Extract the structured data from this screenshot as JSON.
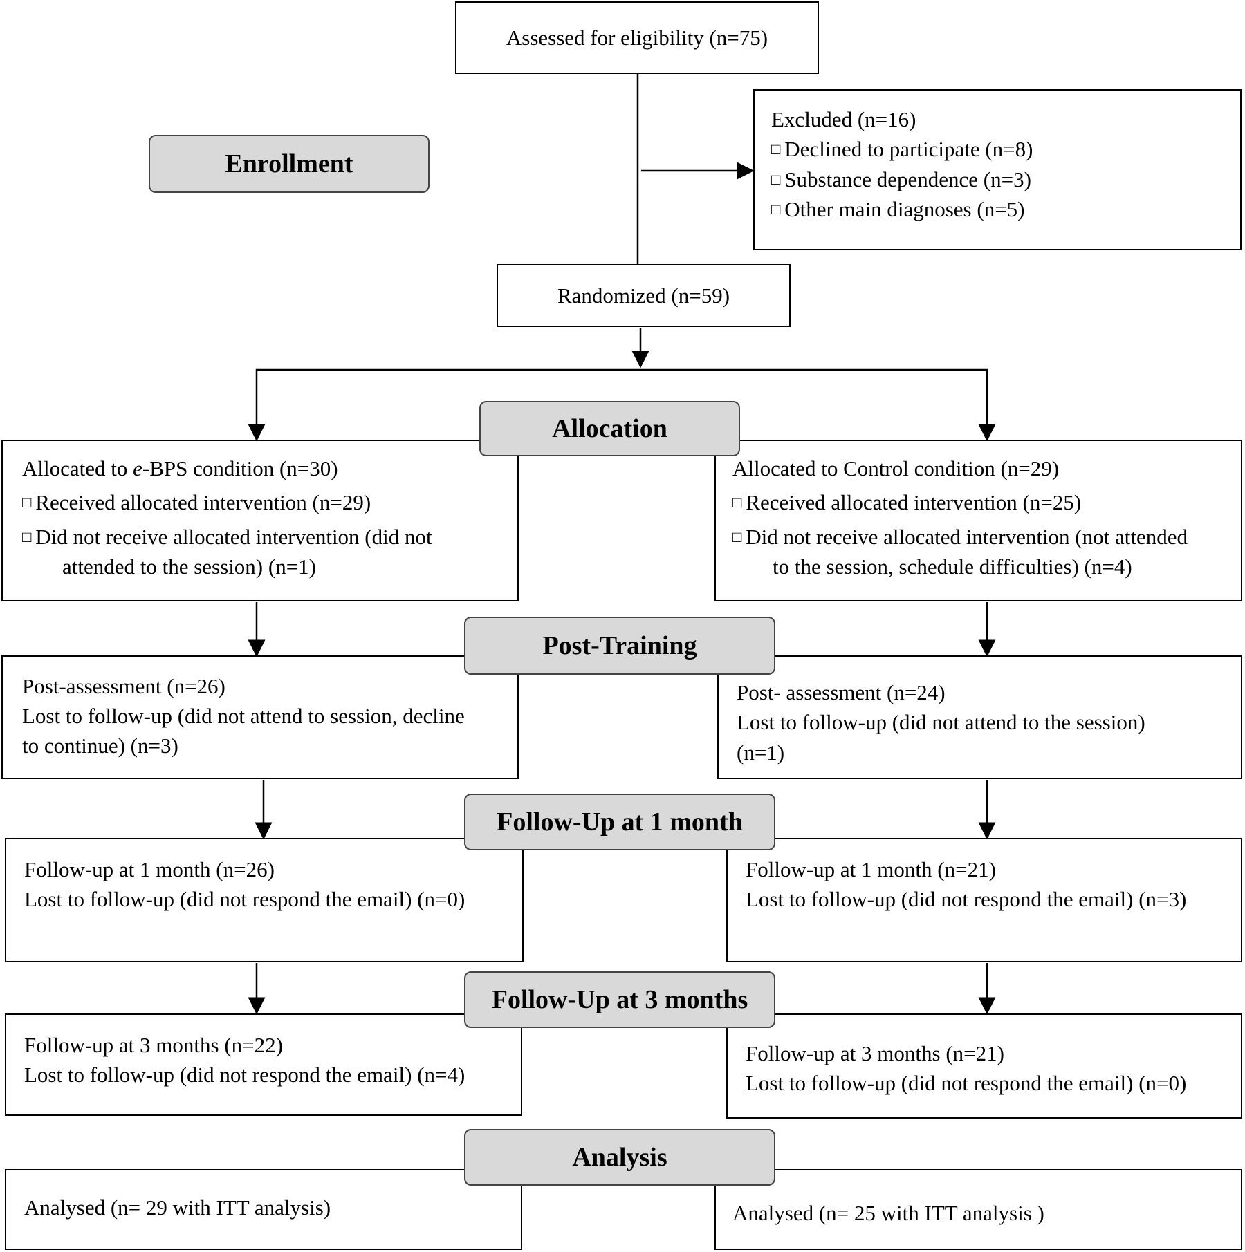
{
  "stages": {
    "enrollment": "Enrollment",
    "allocation": "Allocation",
    "post_training": "Post-Training",
    "followup_1": "Follow-Up at 1 month",
    "followup_3": "Follow-Up at 3 months",
    "analysis": "Analysis"
  },
  "enrollment": {
    "assessed": "Assessed for eligibility (n=75)",
    "excluded": {
      "title": "Excluded  (n=16)",
      "items": [
        "Declined to participate (n=8)",
        "Substance dependence (n=3)",
        "Other main diagnoses (n=5)"
      ]
    },
    "randomized": "Randomized (n=59)"
  },
  "left": {
    "allocation": {
      "title_prefix": "Allocated to ",
      "title_italic": "e",
      "title_suffix": "-BPS condition (n=30)",
      "received": "Received allocated intervention (n=29)",
      "not_received_1": "Did not receive allocated intervention (did not",
      "not_received_2": "attended to the session) (n=1)"
    },
    "post": {
      "line1": "Post-assessment (n=26)",
      "line2": "Lost to follow-up (did not attend to session, decline",
      "line3": "to continue) (n=3)"
    },
    "fu1": {
      "line1": "Follow-up at 1 month (n=26)",
      "line2": "Lost to follow-up (did not respond the email) (n=0)"
    },
    "fu3": {
      "line1": "Follow-up at 3 months (n=22)",
      "line2": "Lost to follow-up (did not respond the email) (n=4)"
    },
    "analysed": "Analysed  (n= 29 with ITT analysis)"
  },
  "right": {
    "allocation": {
      "title": "Allocated to Control condition (n=29)",
      "received": "Received allocated intervention (n=25)",
      "not_received_1": "Did not receive allocated intervention (not attended",
      "not_received_2": "to the session, schedule difficulties) (n=4)"
    },
    "post": {
      "line1": "Post- assessment (n=24)",
      "line2": "Lost to follow-up (did not attend to the session)",
      "line3": "(n=1)"
    },
    "fu1": {
      "line1": "Follow-up at 1 month (n=21)",
      "line2": "Lost to follow-up (did not respond the email) (n=3)"
    },
    "fu3": {
      "line1": "Follow-up at 3 months (n=21)",
      "line2": "Lost to follow-up (did not respond the email) (n=0)"
    },
    "analysed": "Analysed  (n= 25 with ITT analysis )"
  }
}
